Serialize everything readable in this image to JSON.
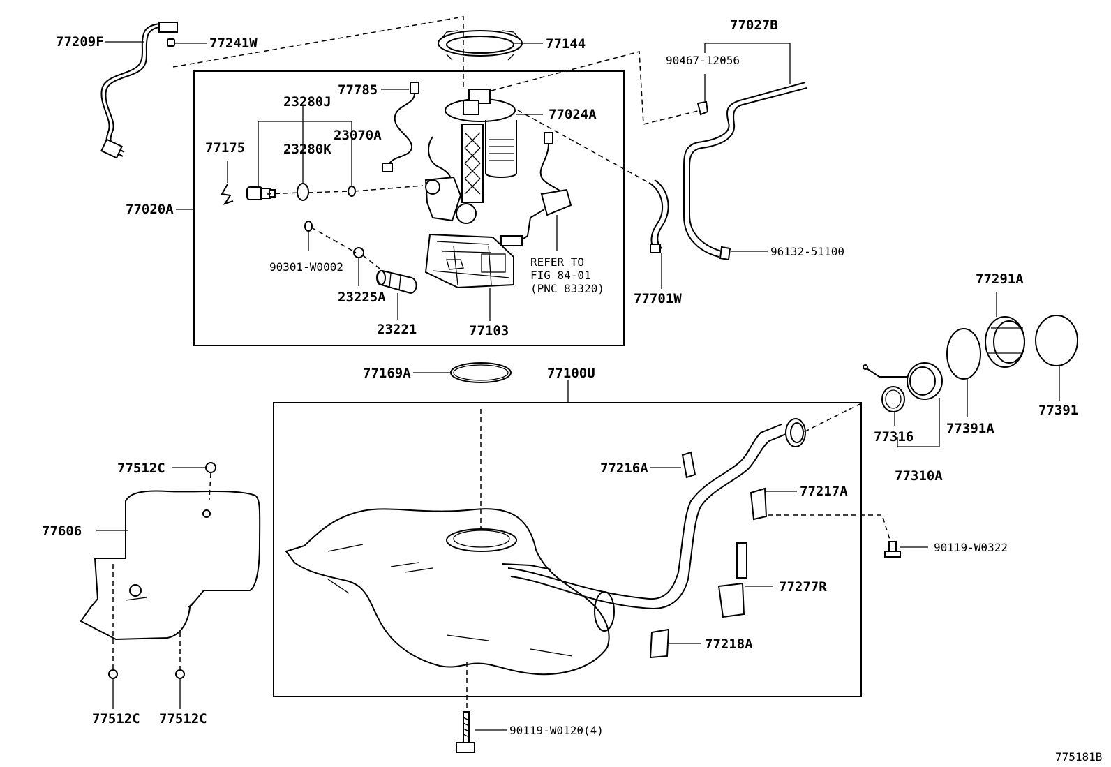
{
  "diagram_id": "775181B",
  "labels": {
    "p77209F": "77209F",
    "p77241W": "77241W",
    "p77144": "77144",
    "p77027B": "77027B",
    "p90467_12056": "90467-12056",
    "p77785": "77785",
    "p23280J": "23280J",
    "p77024A": "77024A",
    "p23070A": "23070A",
    "p77175": "77175",
    "p23280K": "23280K",
    "p77020A": "77020A",
    "p96132_51100": "96132-51100",
    "p90301_W0002": "90301-W0002",
    "p23225A": "23225A",
    "p23221": "23221",
    "p77103": "77103",
    "p77701W": "77701W",
    "p77291A": "77291A",
    "p77169A": "77169A",
    "p77100U": "77100U",
    "p77391": "77391",
    "p77391A": "77391A",
    "p77316": "77316",
    "p77310A": "77310A",
    "p77512C_top": "77512C",
    "p77216A": "77216A",
    "p77217A": "77217A",
    "p77606": "77606",
    "p90119_W0322": "90119-W0322",
    "p77277R": "77277R",
    "p77218A": "77218A",
    "p77512C_left": "77512C",
    "p77512C_right": "77512C",
    "p90119_W0120": "90119-W0120(4)"
  },
  "refer_note": {
    "line1": "REFER TO",
    "line2": "FIG 84-01",
    "line3": "(PNC 83320)"
  }
}
